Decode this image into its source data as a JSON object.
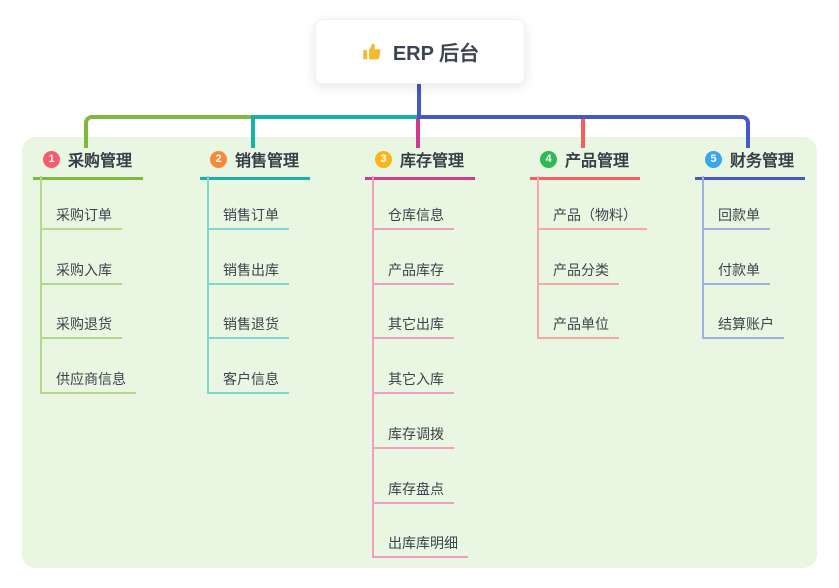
{
  "root": {
    "icon": "thumbs-up",
    "label": "ERP 后台"
  },
  "branches": [
    {
      "number": "1",
      "title": "采购管理",
      "badge_color": "#f65b70",
      "line_color": "#7cb93f",
      "child_line_color": "#b3d98c",
      "children": [
        "采购订单",
        "采购入库",
        "采购退货",
        "供应商信息"
      ]
    },
    {
      "number": "2",
      "title": "销售管理",
      "badge_color": "#f7893d",
      "line_color": "#18b0a8",
      "child_line_color": "#7fd6cc",
      "children": [
        "销售订单",
        "销售出库",
        "销售退货",
        "客户信息"
      ]
    },
    {
      "number": "3",
      "title": "库存管理",
      "badge_color": "#fbb517",
      "line_color": "#d5388f",
      "child_line_color": "#f19cc3",
      "children": [
        "仓库信息",
        "产品库存",
        "其它出库",
        "其它入库",
        "库存调拨",
        "库存盘点",
        "出库库明细"
      ]
    },
    {
      "number": "4",
      "title": "产品管理",
      "badge_color": "#2eb957",
      "line_color": "#f85c5c",
      "child_line_color": "#f9a6a6",
      "children": [
        "产品（物料）",
        "产品分类",
        "产品单位"
      ]
    },
    {
      "number": "5",
      "title": "财务管理",
      "badge_color": "#3aa5ec",
      "line_color": "#4458c6",
      "child_line_color": "#9fb0e3",
      "children": [
        "回款单",
        "付款单",
        "结算账户"
      ]
    }
  ],
  "colors": {
    "panel_bg": "#e9f6e1",
    "stem": "#4458c6",
    "icon_yellow": "#f5b82e",
    "header_text": "#383e48",
    "child_text": "#3d434c",
    "root_text": "#3c4454"
  }
}
